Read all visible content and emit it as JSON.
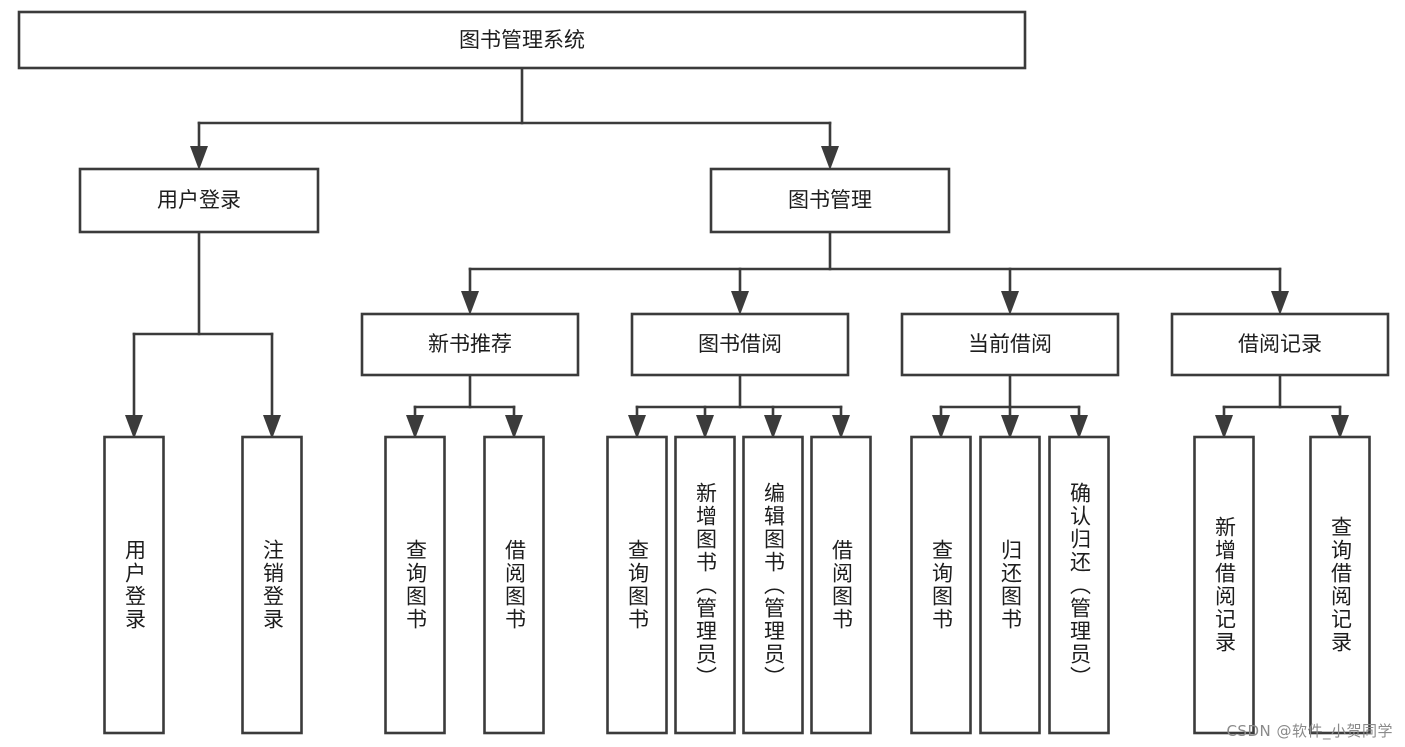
{
  "diagram": {
    "type": "tree",
    "title": "图书管理系统",
    "watermark": "CSDN @软件_小贺同学",
    "colors": {
      "stroke": "#3b3b3b",
      "fill": "#ffffff",
      "text": "#1d1d1d",
      "watermark": "#8a8a8a"
    },
    "levels": {
      "root": {
        "label": "图书管理系统"
      },
      "level2": [
        {
          "id": "user-login",
          "label": "用户登录"
        },
        {
          "id": "book-manage",
          "label": "图书管理"
        }
      ],
      "level3": [
        {
          "id": "new-book-recommend",
          "label": "新书推荐",
          "parent": "book-manage"
        },
        {
          "id": "book-borrow",
          "label": "图书借阅",
          "parent": "book-manage"
        },
        {
          "id": "current-borrow",
          "label": "当前借阅",
          "parent": "book-manage"
        },
        {
          "id": "borrow-record",
          "label": "借阅记录",
          "parent": "book-manage"
        }
      ],
      "leaves": [
        {
          "id": "leaf-user-login",
          "label": "用户登录",
          "parent": "user-login"
        },
        {
          "id": "leaf-logout-login",
          "label": "注销登录",
          "parent": "user-login"
        },
        {
          "id": "leaf-query-book-1",
          "label": "查询图书",
          "parent": "new-book-recommend"
        },
        {
          "id": "leaf-borrow-book-1",
          "label": "借阅图书",
          "parent": "new-book-recommend"
        },
        {
          "id": "leaf-query-book-2",
          "label": "查询图书",
          "parent": "book-borrow"
        },
        {
          "id": "leaf-add-book",
          "label": "新增图书（管理员）",
          "parent": "book-borrow"
        },
        {
          "id": "leaf-edit-book",
          "label": "编辑图书（管理员）",
          "parent": "book-borrow"
        },
        {
          "id": "leaf-borrow-book-2",
          "label": "借阅图书",
          "parent": "book-borrow"
        },
        {
          "id": "leaf-query-book-3",
          "label": "查询图书",
          "parent": "current-borrow"
        },
        {
          "id": "leaf-return-book",
          "label": "归还图书",
          "parent": "current-borrow"
        },
        {
          "id": "leaf-confirm-return",
          "label": "确认归还（管理员）",
          "parent": "current-borrow"
        },
        {
          "id": "leaf-add-record",
          "label": "新增借阅记录",
          "parent": "borrow-record"
        },
        {
          "id": "leaf-query-record",
          "label": "查询借阅记录",
          "parent": "borrow-record"
        }
      ]
    }
  }
}
